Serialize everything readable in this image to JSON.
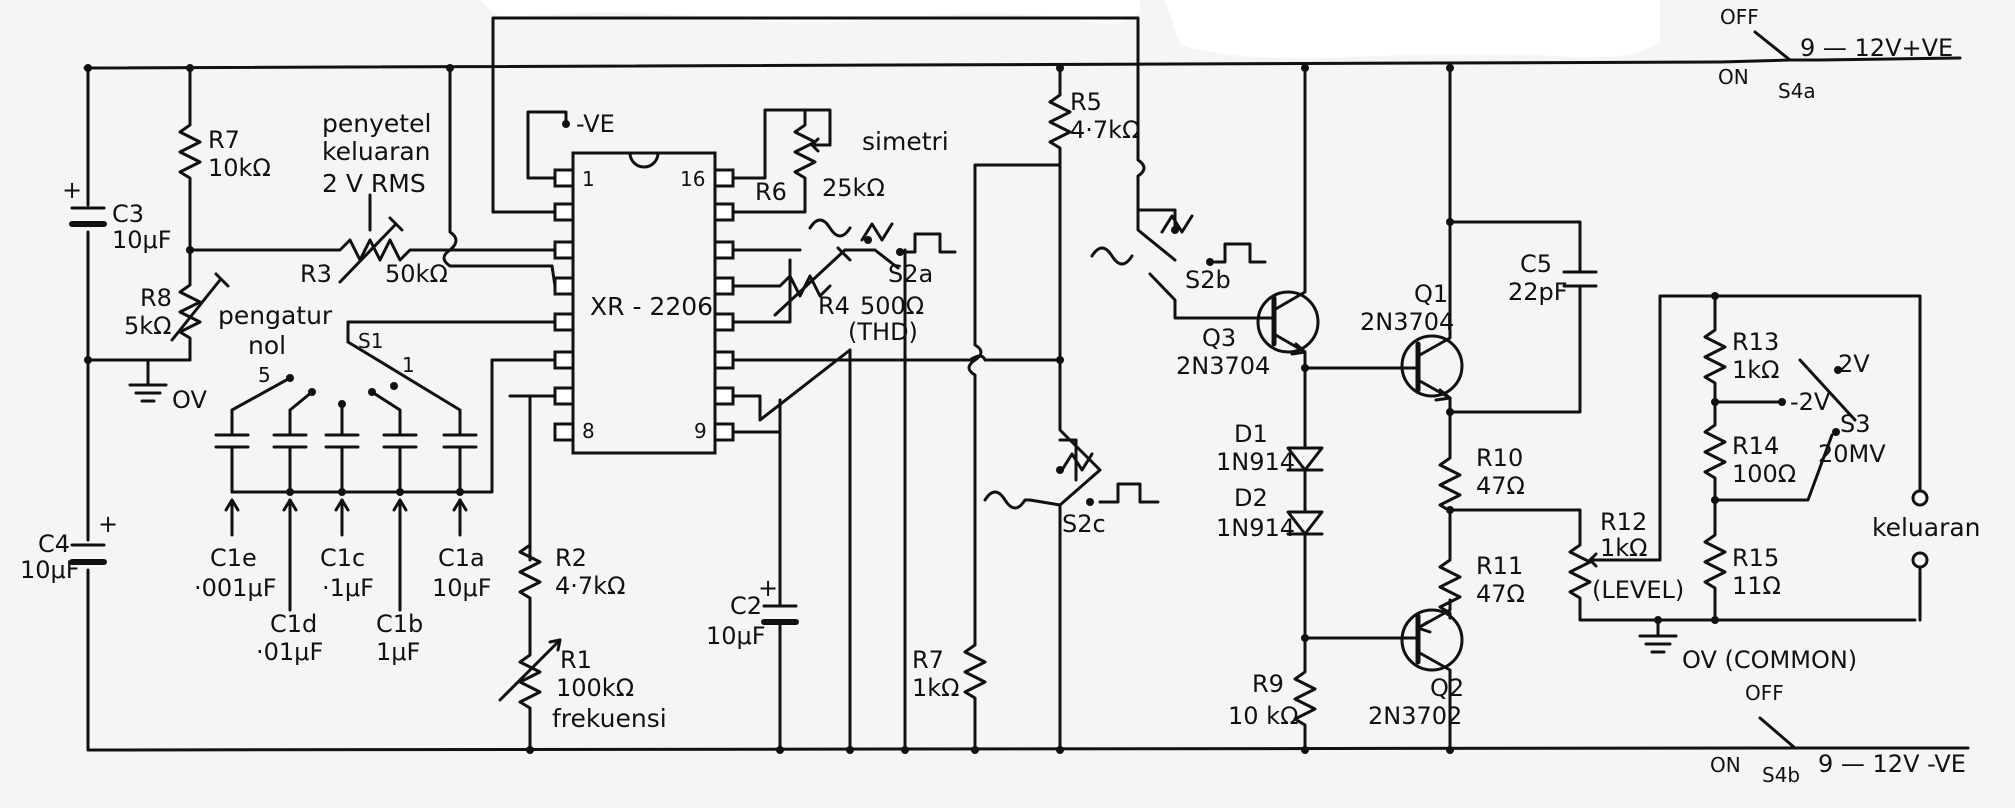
{
  "ic": {
    "name": "XR - 2206",
    "pin1": "1",
    "pin16": "16",
    "pin8": "8",
    "pin9": "9"
  },
  "supply": {
    "pos": "9 — 12V+VE",
    "neg": "9 — 12V -VE",
    "nve": "-VE",
    "off": "OFF",
    "on": "ON",
    "s4a": "S4a",
    "s4b": "S4b"
  },
  "ground": {
    "ov": "OV",
    "common": "OV (COMMON)"
  },
  "labels": {
    "penyetel1": "penyetel",
    "penyetel2": "keluaran",
    "penyetel3": "2 V RMS",
    "pengatur1": "pengatur",
    "pengatur2": "nol",
    "simetri": "simetri",
    "thd": "(THD)",
    "frekuensi": "frekuensi",
    "keluaran": "keluaran",
    "level": "(LEVEL)",
    "s1": "S1",
    "sw5": "5",
    "sw1": "1",
    "s2a": "S2a",
    "s2b": "S2b",
    "s2c": "S2c",
    "s3": "S3",
    "r20mv": "20MV",
    "r2v": "2V",
    "r2vb": "-2V"
  },
  "components": {
    "R7a": "R7",
    "R7a_v": "10kΩ",
    "C3": "C3",
    "C3_v": "10μF",
    "R8": "R8",
    "R8_v": "5kΩ",
    "R3": "R3",
    "R3_v": "50kΩ",
    "C4": "C4",
    "C4_v": "10μF",
    "C1e": "C1e",
    "C1e_v": "·001μF",
    "C1d": "C1d",
    "C1d_v": "·01μF",
    "C1c": "C1c",
    "C1c_v": "·1μF",
    "C1b": "C1b",
    "C1b_v": "1μF",
    "C1a": "C1a",
    "C1a_v": "10μF",
    "R6": "R6",
    "R6_v": "25kΩ",
    "R4": "R4",
    "R4_v": "500Ω",
    "R2": "R2",
    "R2_v": "4·7kΩ",
    "R1": "R1",
    "R1_v": "100kΩ",
    "C2": "C2",
    "C2_v": "10μF",
    "R7b": "R7",
    "R7b_v": "1kΩ",
    "R5": "R5",
    "R5_v": "4·7kΩ",
    "Q3": "Q3",
    "Q3_v": "2N3704",
    "D1": "D1",
    "D1_v": "1N914",
    "D2": "D2",
    "D2_v": "1N914",
    "R9": "R9",
    "R9_v": "10 kΩ",
    "Q1": "Q1",
    "Q1_v": "2N3704",
    "C5": "C5",
    "C5_v": "22pF",
    "R10": "R10",
    "R10_v": "47Ω",
    "R11": "R11",
    "R11_v": "47Ω",
    "Q2": "Q2",
    "Q2_v": "2N3702",
    "R12": "R12",
    "R12_v": "1kΩ",
    "R13": "R13",
    "R13_v": "1kΩ",
    "R14": "R14",
    "R14_v": "100Ω",
    "R15": "R15",
    "R15_v": "11Ω"
  }
}
